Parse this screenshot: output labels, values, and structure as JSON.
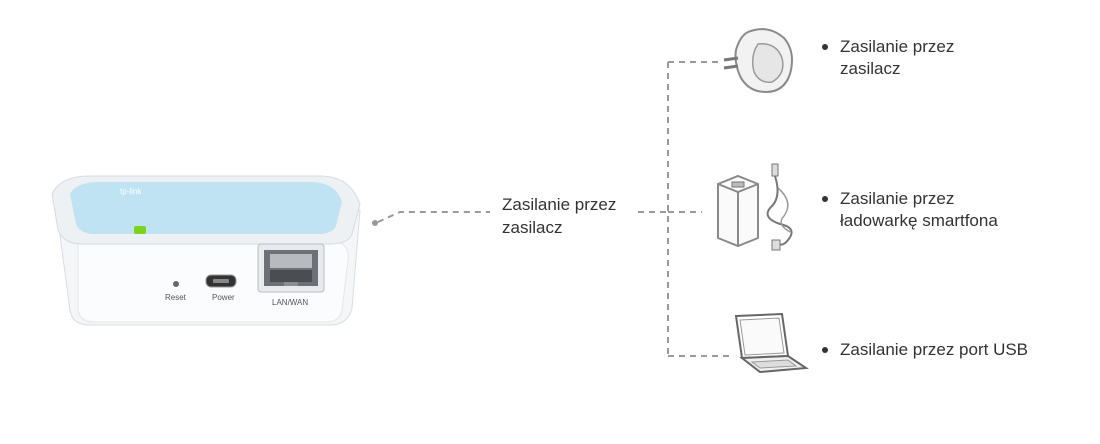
{
  "device": {
    "brand": "tp-link",
    "ports": {
      "reset": "Reset",
      "power": "Power",
      "lan_wan": "LAN/WAN"
    }
  },
  "main_label": {
    "line1": "Zasilanie przez",
    "line2": "zasilacz"
  },
  "options": [
    {
      "line1": "Zasilanie przez",
      "line2": "zasilacz",
      "icon": "wall-adapter-icon"
    },
    {
      "line1": "Zasilanie przez",
      "line2": "ładowarkę smartfona",
      "icon": "phone-charger-icon"
    },
    {
      "line1": "Zasilanie przez port USB",
      "line2": "",
      "icon": "laptop-icon"
    }
  ],
  "colors": {
    "router_top": "#bfe3f3",
    "led": "#7ed321",
    "dash_line": "#9a9a9a"
  }
}
